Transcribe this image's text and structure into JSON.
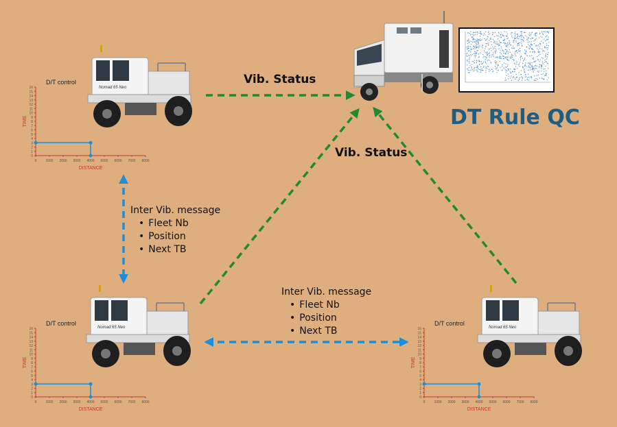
{
  "labels": {
    "vib_status_top": "Vib. Status",
    "vib_status_mid": "Vib. Status",
    "qc_title": "DT Rule QC",
    "dt_control": "D/T control",
    "time_axis": "TIME",
    "distance_axis": "DISTANCE",
    "vehicle_brand": "Nomad 65 Neo"
  },
  "messages": [
    {
      "title": "Inter Vib. message",
      "items": [
        "Fleet Nb",
        "Position",
        "Next TB"
      ]
    },
    {
      "title": "Inter Vib. message",
      "items": [
        "Fleet Nb",
        "Position",
        "Next TB"
      ]
    }
  ],
  "dt_chart": {
    "x_ticks": [
      "0",
      "1000",
      "2000",
      "3000",
      "4000",
      "5000",
      "6000",
      "7000",
      "8000"
    ],
    "y_ticks": [
      "0",
      "1",
      "2",
      "3",
      "4",
      "5",
      "6",
      "7",
      "8",
      "9",
      "10",
      "11",
      "12",
      "13",
      "14",
      "15",
      "16"
    ],
    "point": {
      "distance": 4000,
      "time": 3
    }
  },
  "colors": {
    "background": "#dfae7f",
    "status_arrow": "#1f8a2f",
    "message_arrow": "#1b8fd9",
    "qc_title": "#1d5e86",
    "scatter": "#3c84c9"
  }
}
